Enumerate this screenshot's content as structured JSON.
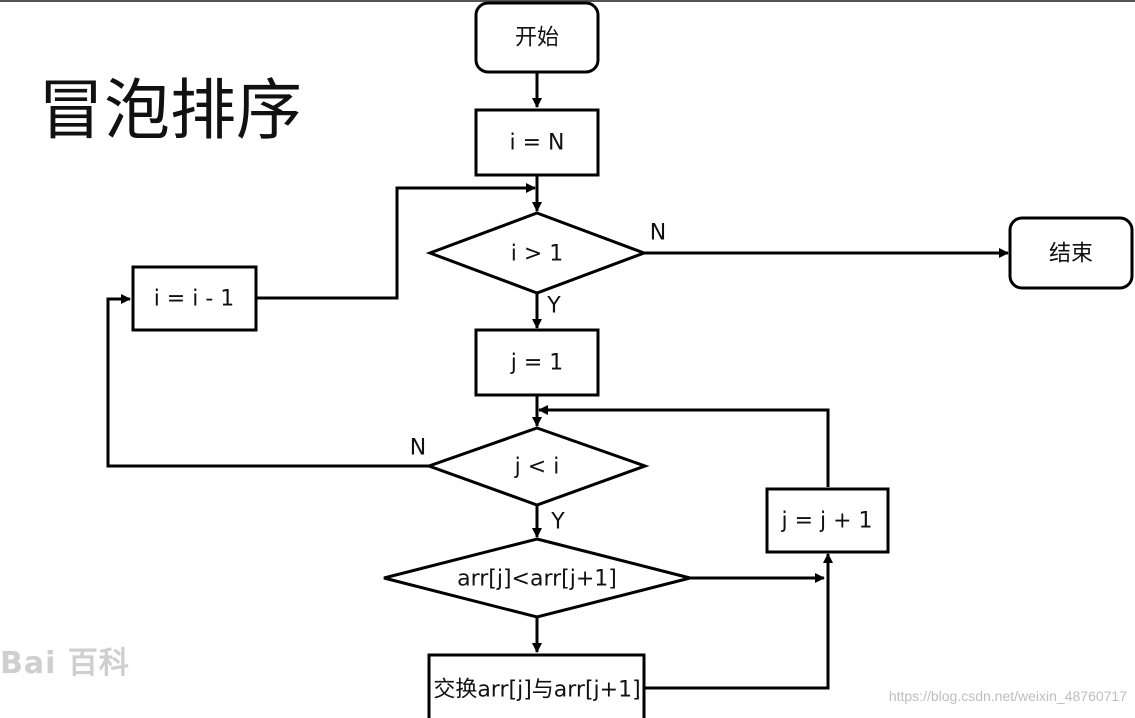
{
  "title": "冒泡排序",
  "nodes": {
    "start": "开始",
    "init_i": "i = N",
    "cond_i": "i > 1",
    "end": "结束",
    "dec_i": "i = i - 1",
    "init_j": "j = 1",
    "cond_j": "j < i",
    "cond_cmp": "arr[j]<arr[j+1]",
    "inc_j": "j = j + 1",
    "swap": "交换arr[j]与arr[j+1]"
  },
  "edge_labels": {
    "cond_i_no": "N",
    "cond_i_yes": "Y",
    "cond_j_no": "N",
    "cond_j_yes": "Y"
  },
  "watermarks": {
    "baidu": "Bai 百科",
    "csdn": "https://blog.csdn.net/weixin_48760717"
  }
}
